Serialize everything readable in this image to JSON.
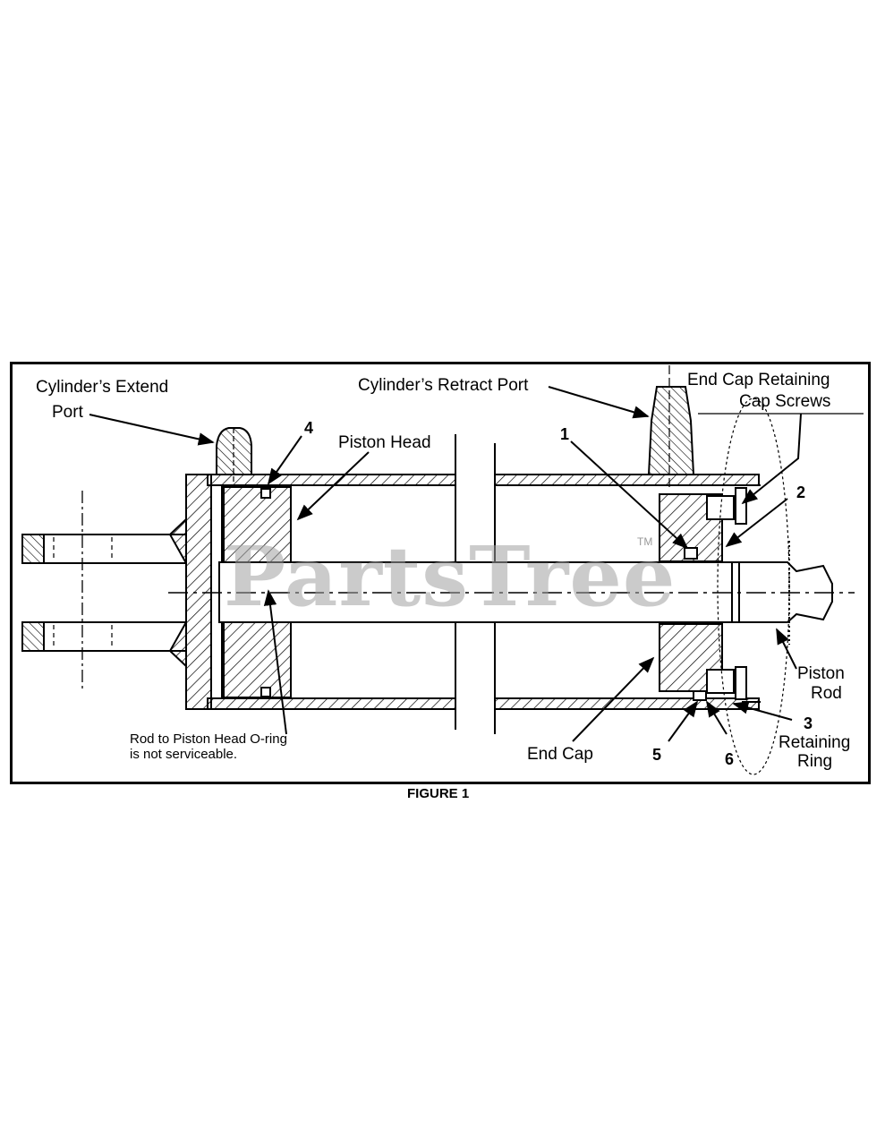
{
  "labels": {
    "extend_port_line1": "Cylinder’s Extend",
    "extend_port_line2": "Port",
    "retract_port": "Cylinder’s Retract Port",
    "end_cap_screws_line1": "End Cap Retaining",
    "end_cap_screws_line2": "Cap Screws",
    "piston_head": "Piston Head",
    "piston_rod_line1": "Piston",
    "piston_rod_line2": "Rod",
    "retaining_ring_line1": "Retaining",
    "retaining_ring_line2": "Ring",
    "end_cap": "End Cap",
    "oring_note_line1": "Rod to Piston Head O-ring",
    "oring_note_line2": "is not serviceable."
  },
  "callouts": [
    "1",
    "2",
    "3",
    "4",
    "5",
    "6"
  ],
  "caption": "FIGURE 1",
  "watermark": "PartsTree",
  "trademark": "TM"
}
